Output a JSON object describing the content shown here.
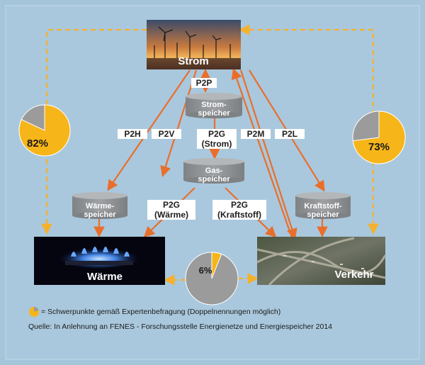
{
  "nodes": {
    "strom": "Strom",
    "waerme": "Wärme",
    "verkehr": "Verkehr"
  },
  "storage": {
    "strom": [
      "Strom-",
      "speicher"
    ],
    "gas": [
      "Gas-",
      "speicher"
    ],
    "waerme": [
      "Wärme-",
      "speicher"
    ],
    "kraftstoff": [
      "Kraftstoff-",
      "speicher"
    ]
  },
  "labels": {
    "p2p": "P2P",
    "p2h": "P2H",
    "p2v": "P2V",
    "p2g_strom": [
      "P2G",
      "(Strom)"
    ],
    "p2m": "P2M",
    "p2l": "P2L",
    "p2g_waerme": [
      "P2G",
      "(Wärme)"
    ],
    "p2g_kraftstoff": [
      "P2G",
      "(Kraftstoff)"
    ]
  },
  "pies": {
    "waerme": {
      "value": 82,
      "label": "82%"
    },
    "verkehr": {
      "value": 73,
      "label": "73%"
    },
    "kopplung": {
      "value": 6,
      "label": "6%"
    }
  },
  "colors": {
    "arrow": "#ea6e2b",
    "dashed": "#f4b12e",
    "pie_fill": "#f6b519",
    "pie_rest": "#9b9b9b",
    "storage": "#8f9294"
  },
  "footer": {
    "legend": "= Schwerpunkte gemäß Expertenbefragung (Doppelnennungen möglich)",
    "source": "Quelle: In Anlehnung an FENES - Forschungsstelle Energienetze und Energiespeicher 2014"
  }
}
